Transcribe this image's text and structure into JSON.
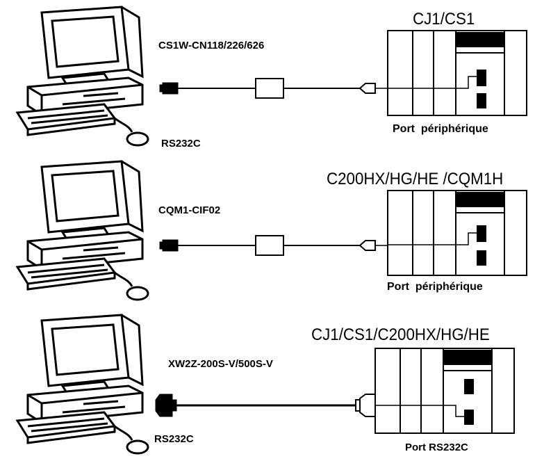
{
  "connections": [
    {
      "cable_label": "CS1W-CN118/226/626",
      "pc_label": "RS232C",
      "plc_title": "CJ1/CS1",
      "port_label": "Port  périphérique"
    },
    {
      "cable_label": "CQM1-CIF02",
      "pc_label": "",
      "plc_title": "C200HX/HG/HE /CQM1H",
      "port_label": "Port  périphérique"
    },
    {
      "cable_label": "XW2Z-200S-V/500S-V",
      "pc_label": "RS232C",
      "plc_title": "CJ1/CS1/C200HX/HG/HE",
      "port_label": "Port RS232C"
    }
  ]
}
